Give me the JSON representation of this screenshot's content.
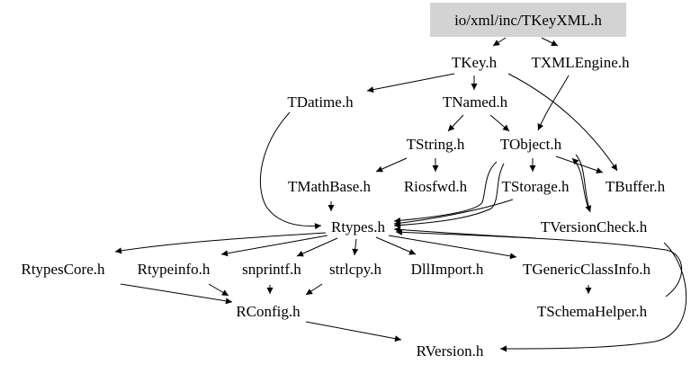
{
  "graph": {
    "root": "io/xml/inc/TKeyXML.h",
    "nodes": {
      "root": "io/xml/inc/TKeyXML.h",
      "tkey": "TKey.h",
      "txmlengine": "TXMLEngine.h",
      "tdatime": "TDatime.h",
      "tnamed": "TNamed.h",
      "tstring": "TString.h",
      "tobject": "TObject.h",
      "tmathbase": "TMathBase.h",
      "riosfwd": "Riosfwd.h",
      "tstorage": "TStorage.h",
      "tbuffer": "TBuffer.h",
      "rtypes": "Rtypes.h",
      "tversioncheck": "TVersionCheck.h",
      "rtypescore": "RtypesCore.h",
      "rtypeinfo": "Rtypeinfo.h",
      "snprintf": "snprintf.h",
      "strlcpy": "strlcpy.h",
      "dllimport": "DllImport.h",
      "tgenericclassinfo": "TGenericClassInfo.h",
      "rconfig": "RConfig.h",
      "tschemahelper": "TSchemaHelper.h",
      "rversion": "RVersion.h"
    },
    "edges": [
      [
        "root",
        "tkey"
      ],
      [
        "root",
        "txmlengine"
      ],
      [
        "tkey",
        "tdatime"
      ],
      [
        "tkey",
        "tnamed"
      ],
      [
        "tkey",
        "tbuffer"
      ],
      [
        "txmlengine",
        "tobject"
      ],
      [
        "tdatime",
        "rtypes"
      ],
      [
        "tnamed",
        "tstring"
      ],
      [
        "tnamed",
        "tobject"
      ],
      [
        "tstring",
        "tmathbase"
      ],
      [
        "tstring",
        "riosfwd"
      ],
      [
        "tobject",
        "rtypes"
      ],
      [
        "tobject",
        "tstorage"
      ],
      [
        "tobject",
        "tbuffer"
      ],
      [
        "tobject",
        "tversioncheck"
      ],
      [
        "tmathbase",
        "rtypes"
      ],
      [
        "tstorage",
        "rtypes"
      ],
      [
        "tversioncheck",
        "rtypes"
      ],
      [
        "tversioncheck",
        "rversion"
      ],
      [
        "rtypes",
        "rtypescore"
      ],
      [
        "rtypes",
        "rtypeinfo"
      ],
      [
        "rtypes",
        "snprintf"
      ],
      [
        "rtypes",
        "strlcpy"
      ],
      [
        "rtypes",
        "dllimport"
      ],
      [
        "rtypes",
        "tgenericclassinfo"
      ],
      [
        "rtypescore",
        "rconfig"
      ],
      [
        "rtypeinfo",
        "rconfig"
      ],
      [
        "snprintf",
        "rconfig"
      ],
      [
        "strlcpy",
        "rconfig"
      ],
      [
        "tgenericclassinfo",
        "tschemahelper"
      ],
      [
        "tschemahelper",
        "rtypes"
      ],
      [
        "rconfig",
        "rversion"
      ]
    ]
  },
  "colors": {
    "root_fill": "#d3d3d3",
    "edge": "#000000",
    "text": "#000000"
  }
}
